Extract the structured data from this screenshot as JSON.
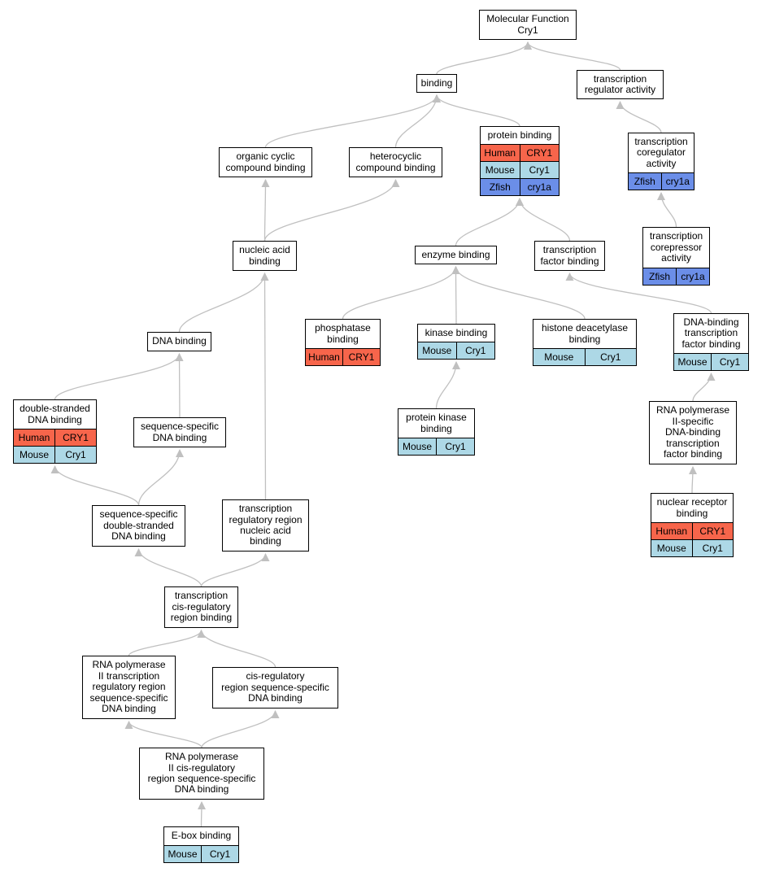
{
  "nodes": {
    "mf": {
      "label": "Molecular Function\nCry1",
      "species": []
    },
    "binding": {
      "label": "binding",
      "species": []
    },
    "tra": {
      "label": "transcription\nregulator activity",
      "species": []
    },
    "ocb": {
      "label": "organic cyclic\ncompound binding",
      "species": []
    },
    "hcb": {
      "label": "heterocyclic\ncompound binding",
      "species": []
    },
    "pb": {
      "label": "protein binding",
      "species": [
        {
          "org": "Human",
          "gene": "CRY1"
        },
        {
          "org": "Mouse",
          "gene": "Cry1"
        },
        {
          "org": "Zfish",
          "gene": "cry1a"
        }
      ]
    },
    "tca": {
      "label": "transcription\ncoregulator\nactivity",
      "species": [
        {
          "org": "Zfish",
          "gene": "cry1a"
        }
      ]
    },
    "tcra": {
      "label": "transcription\ncorepressor\nactivity",
      "species": [
        {
          "org": "Zfish",
          "gene": "cry1a"
        }
      ]
    },
    "nab": {
      "label": "nucleic acid\nbinding",
      "species": []
    },
    "eb": {
      "label": "enzyme binding",
      "species": []
    },
    "tfb": {
      "label": "transcription\nfactor binding",
      "species": []
    },
    "phb": {
      "label": "phosphatase\nbinding",
      "species": [
        {
          "org": "Human",
          "gene": "CRY1"
        }
      ]
    },
    "kb": {
      "label": "kinase binding",
      "species": [
        {
          "org": "Mouse",
          "gene": "Cry1"
        }
      ]
    },
    "hdb": {
      "label": "histone deacetylase\nbinding",
      "species": [
        {
          "org": "Mouse",
          "gene": "Cry1"
        }
      ]
    },
    "dtfb": {
      "label": "DNA-binding\ntranscription\nfactor binding",
      "species": [
        {
          "org": "Mouse",
          "gene": "Cry1"
        }
      ]
    },
    "dnab": {
      "label": "DNA binding",
      "species": []
    },
    "pkb": {
      "label": "protein kinase\nbinding",
      "species": [
        {
          "org": "Mouse",
          "gene": "Cry1"
        }
      ]
    },
    "rdtfb": {
      "label": "RNA polymerase\nII-specific\nDNA-binding\ntranscription\nfactor binding",
      "species": []
    },
    "dsdb": {
      "label": "double-stranded\nDNA binding",
      "species": [
        {
          "org": "Human",
          "gene": "CRY1"
        },
        {
          "org": "Mouse",
          "gene": "Cry1"
        }
      ]
    },
    "ssdb": {
      "label": "sequence-specific\nDNA binding",
      "species": []
    },
    "nrb": {
      "label": "nuclear receptor\nbinding",
      "species": [
        {
          "org": "Human",
          "gene": "CRY1"
        },
        {
          "org": "Mouse",
          "gene": "Cry1"
        }
      ]
    },
    "ssdsdb": {
      "label": "sequence-specific\ndouble-stranded\nDNA binding",
      "species": []
    },
    "trrnab": {
      "label": "transcription\nregulatory region\nnucleic acid\nbinding",
      "species": []
    },
    "tcrrb": {
      "label": "transcription\ncis-regulatory\nregion binding",
      "species": []
    },
    "rtrr": {
      "label": "RNA polymerase\nII transcription\nregulatory region\nsequence-specific\nDNA binding",
      "species": []
    },
    "crrss": {
      "label": "cis-regulatory\nregion sequence-specific\nDNA binding",
      "species": []
    },
    "rcrr": {
      "label": "RNA polymerase\nII cis-regulatory\nregion sequence-specific\nDNA binding",
      "species": []
    },
    "ebox": {
      "label": "E-box binding",
      "species": [
        {
          "org": "Mouse",
          "gene": "Cry1"
        }
      ]
    }
  },
  "edges": [
    [
      "binding",
      "mf"
    ],
    [
      "tra",
      "mf"
    ],
    [
      "ocb",
      "binding"
    ],
    [
      "hcb",
      "binding"
    ],
    [
      "pb",
      "binding"
    ],
    [
      "tca",
      "tra"
    ],
    [
      "tcra",
      "tca"
    ],
    [
      "nab",
      "ocb"
    ],
    [
      "nab",
      "hcb"
    ],
    [
      "eb",
      "pb"
    ],
    [
      "tfb",
      "pb"
    ],
    [
      "phb",
      "eb"
    ],
    [
      "kb",
      "eb"
    ],
    [
      "hdb",
      "eb"
    ],
    [
      "pkb",
      "kb"
    ],
    [
      "dtfb",
      "tfb"
    ],
    [
      "rdtfb",
      "dtfb"
    ],
    [
      "nrb",
      "rdtfb"
    ],
    [
      "dnab",
      "nab"
    ],
    [
      "trrnab",
      "nab"
    ],
    [
      "dsdb",
      "dnab"
    ],
    [
      "ssdb",
      "dnab"
    ],
    [
      "ssdsdb",
      "dsdb"
    ],
    [
      "ssdsdb",
      "ssdb"
    ],
    [
      "tcrrb",
      "ssdsdb"
    ],
    [
      "tcrrb",
      "trrnab"
    ],
    [
      "rtrr",
      "tcrrb"
    ],
    [
      "crrss",
      "tcrrb"
    ],
    [
      "rcrr",
      "rtrr"
    ],
    [
      "rcrr",
      "crrss"
    ],
    [
      "ebox",
      "rcrr"
    ]
  ],
  "colors": {
    "Human": "#f7654b",
    "Mouse": "#add8e6",
    "Zfish": "#6b8ee8",
    "edge": "#c0c0c0"
  }
}
